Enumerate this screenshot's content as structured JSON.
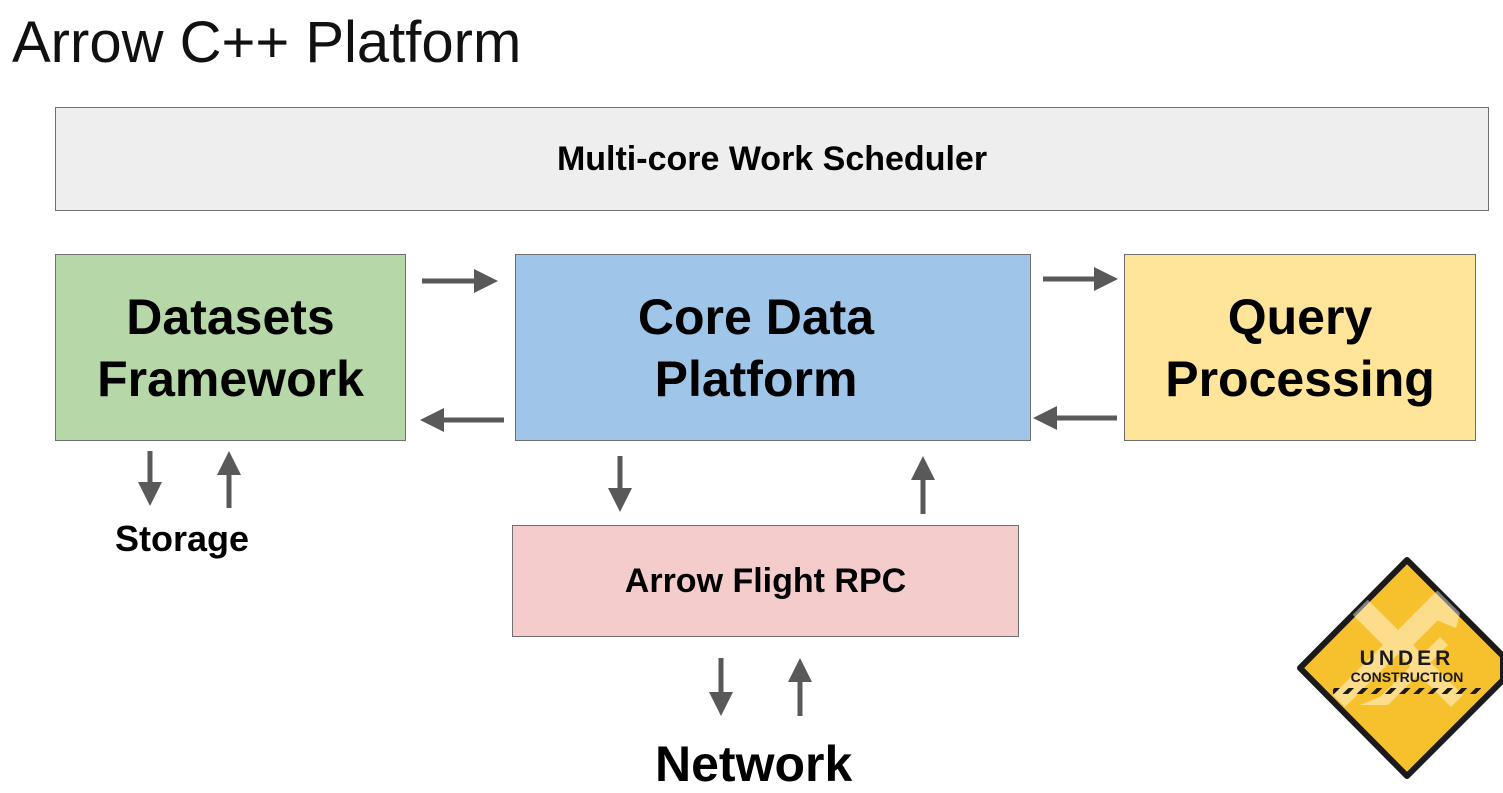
{
  "title": "Arrow C++ Platform",
  "scheduler": {
    "label": "Multi-core Work Scheduler",
    "fill": "#eeeeee"
  },
  "datasets": {
    "line1": "Datasets",
    "line2": "Framework",
    "fill": "#b6d7a8"
  },
  "core": {
    "line1": "Core Data",
    "line2": "Platform",
    "fill": "#9fc5e8"
  },
  "query": {
    "line1": "Query",
    "line2": "Processing",
    "fill": "#ffe599"
  },
  "flight": {
    "label": "Arrow Flight RPC",
    "fill": "#f4cccc"
  },
  "storage": {
    "label": "Storage"
  },
  "network": {
    "label": "Network"
  },
  "badge": {
    "line1": "UNDER",
    "line2": "CONSTRUCTION",
    "fill": "#f7c12e",
    "border": "#1a1a1a"
  },
  "arrow_color": "#595959",
  "edges": [
    {
      "from": "datasets",
      "to": "core"
    },
    {
      "from": "core",
      "to": "datasets"
    },
    {
      "from": "core",
      "to": "query"
    },
    {
      "from": "query",
      "to": "core"
    },
    {
      "from": "datasets",
      "to": "storage"
    },
    {
      "from": "storage",
      "to": "datasets"
    },
    {
      "from": "core",
      "to": "flight"
    },
    {
      "from": "flight",
      "to": "core"
    },
    {
      "from": "flight",
      "to": "network"
    },
    {
      "from": "network",
      "to": "flight"
    }
  ]
}
